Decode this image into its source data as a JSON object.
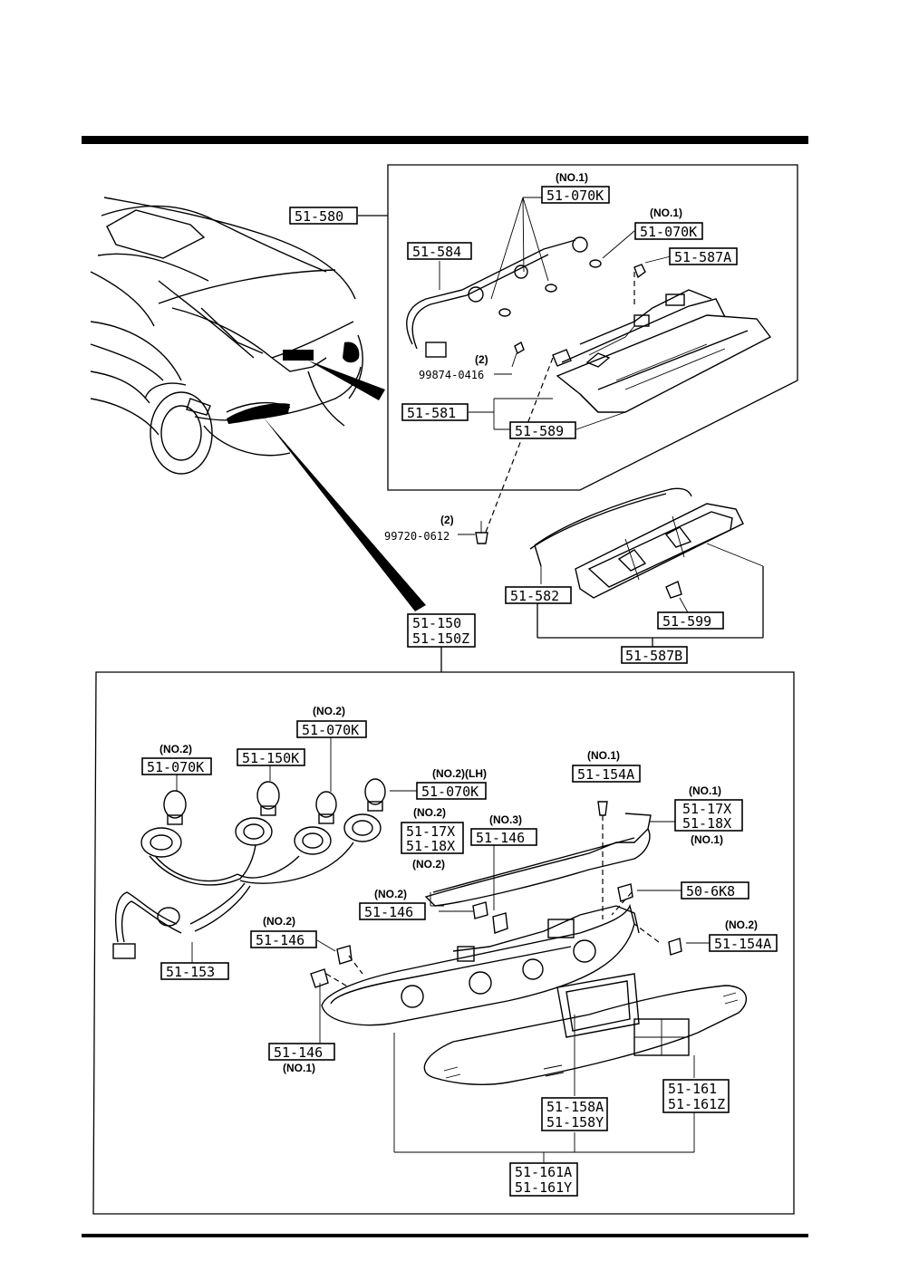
{
  "labels": {
    "p51_580": "51-580",
    "p51_070k_a": "51-070K",
    "p51_070k_b": "51-070K",
    "p51_584": "51-584",
    "p51_587a": "51-587A",
    "p51_581": "51-581",
    "p51_589": "51-589",
    "p51_582": "51-582",
    "p51_599": "51-599",
    "p51_587b": "51-587B",
    "p51_150": "51-150",
    "p51_150z": "51-150Z",
    "p51_070k_c": "51-070K",
    "p51_070k_d": "51-070K",
    "p51_150k": "51-150K",
    "p51_070k_e": "51-070K",
    "p51_154a_top": "51-154A",
    "p51_17x_a": "51-17X",
    "p51_18x_a": "51-18X",
    "p51_146_a": "51-146",
    "p51_17x_b": "51-17X",
    "p51_18x_b": "51-18X",
    "p50_6k8": "50-6K8",
    "p51_146_b": "51-146",
    "p51_146_c": "51-146",
    "p51_154a_right": "51-154A",
    "p51_153": "51-153",
    "p51_146_d": "51-146",
    "p51_161": "51-161",
    "p51_161z": "51-161Z",
    "p51_158a": "51-158A",
    "p51_158y": "51-158Y",
    "p51_161a": "51-161A",
    "p51_161y": "51-161Y"
  },
  "notes": {
    "no1_a": "(NO.1)",
    "no1_b": "(NO.1)",
    "qty2_a": "(2)",
    "screw_a": "99874-0416",
    "qty2_b": "(2)",
    "screw_b": "99720-0612",
    "no2_a": "(NO.2)",
    "no2_b": "(NO.2)",
    "no2_lh": "(NO.2)(LH)",
    "no1_c": "(NO.1)",
    "no2_c": "(NO.2)",
    "no3": "(NO.3)",
    "no1_d": "(NO.1)",
    "no1_e": "(NO.1)",
    "no2_d": "(NO.2)",
    "no2_e": "(NO.2)",
    "no2_f": "(NO.2)",
    "no2_g": "(NO.2)",
    "no1_f": "(NO.1)"
  }
}
